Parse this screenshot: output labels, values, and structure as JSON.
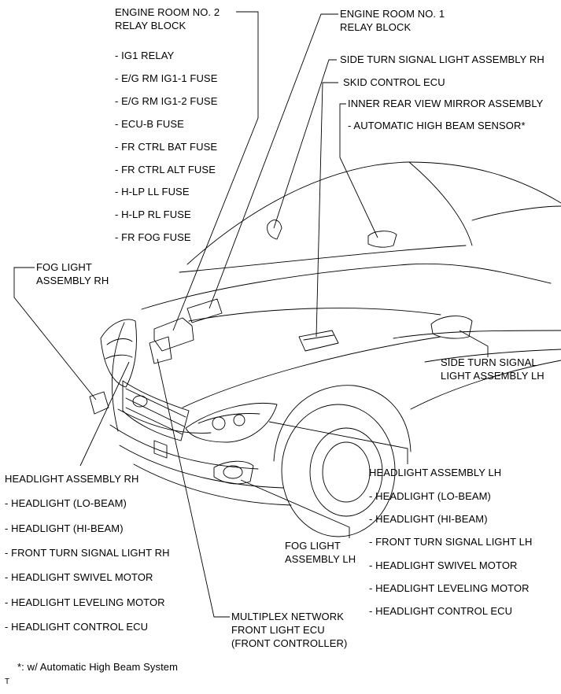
{
  "labels": {
    "er2_title": "ENGINE ROOM NO. 2\nRELAY BLOCK",
    "er2_items": [
      "- IG1 RELAY",
      "- E/G RM IG1-1 FUSE",
      "- E/G RM IG1-2 FUSE",
      "- ECU-B FUSE",
      "- FR CTRL BAT FUSE",
      "- FR CTRL ALT FUSE",
      "- H-LP LL FUSE",
      "- H-LP RL FUSE",
      "- FR FOG FUSE"
    ],
    "er1_title": "ENGINE ROOM NO. 1\nRELAY BLOCK",
    "side_turn_rh": "SIDE TURN SIGNAL LIGHT ASSEMBLY RH",
    "skid_control": "SKID CONTROL ECU",
    "mirror_title": "INNER REAR VIEW MIRROR ASSEMBLY",
    "mirror_item": "- AUTOMATIC HIGH BEAM SENSOR*",
    "fog_rh": "FOG LIGHT\nASSEMBLY RH",
    "side_turn_lh": "SIDE TURN SIGNAL\nLIGHT ASSEMBLY LH",
    "headlight_rh_title": "HEADLIGHT ASSEMBLY RH",
    "headlight_rh_items": [
      "- HEADLIGHT (LO-BEAM)",
      "- HEADLIGHT (HI-BEAM)",
      "- FRONT TURN SIGNAL LIGHT RH",
      "- HEADLIGHT SWIVEL MOTOR",
      "- HEADLIGHT LEVELING MOTOR",
      "- HEADLIGHT CONTROL ECU"
    ],
    "headlight_lh_title": "HEADLIGHT ASSEMBLY LH",
    "headlight_lh_items": [
      "- HEADLIGHT (LO-BEAM)",
      "- HEADLIGHT (HI-BEAM)",
      "- FRONT TURN SIGNAL LIGHT LH",
      "- HEADLIGHT SWIVEL MOTOR",
      "- HEADLIGHT LEVELING MOTOR",
      "- HEADLIGHT CONTROL ECU"
    ],
    "fog_lh": "FOG LIGHT\nASSEMBLY LH",
    "multiplex": "MULTIPLEX NETWORK\nFRONT LIGHT ECU\n(FRONT CONTROLLER)",
    "footnote": "*: w/ Automatic High Beam System",
    "corner_mark": "T"
  },
  "colors": {
    "ink": "#000000",
    "background": "#ffffff"
  }
}
